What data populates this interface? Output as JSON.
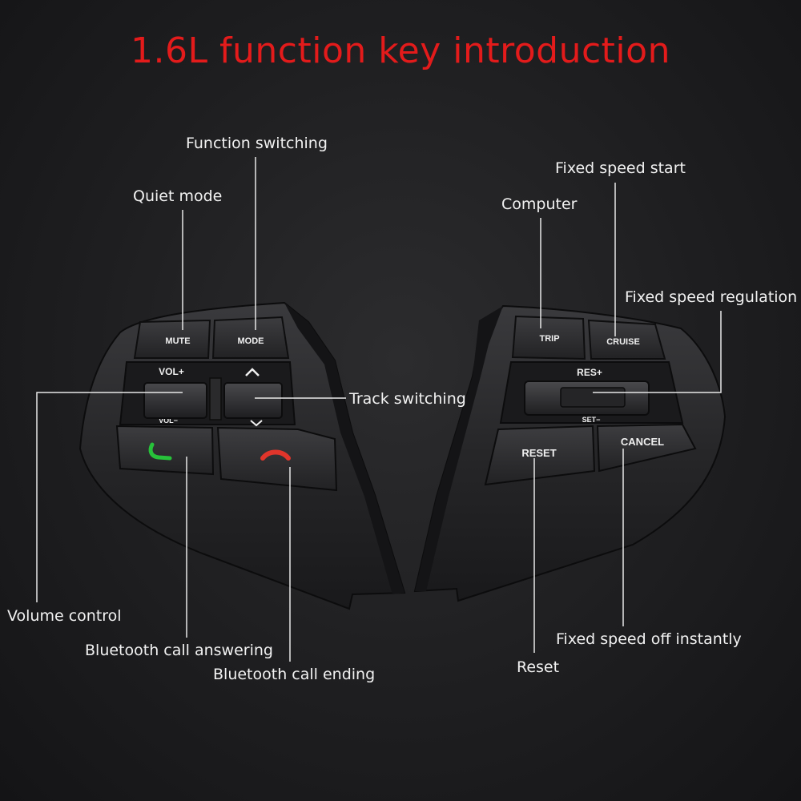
{
  "title": "1.6L function key introduction",
  "left_panel": {
    "keys": {
      "mute": "MUTE",
      "mode": "MODE",
      "vol_plus": "VOL+",
      "vol_minus": "VOL−",
      "track_up": "^",
      "track_down": "v"
    },
    "call_answer_color": "#27c23a",
    "call_end_color": "#e0352b"
  },
  "right_panel": {
    "keys": {
      "trip": "TRIP",
      "cruise": "CRUISE",
      "res_plus": "RES+",
      "set_minus": "SET−",
      "reset": "RESET",
      "cancel": "CANCEL"
    }
  },
  "labels": {
    "function_switching": "Function switching",
    "quiet_mode": "Quiet mode",
    "track_switching": "Track switching",
    "volume_control": "Volume control",
    "bt_answer": "Bluetooth call answering",
    "bt_end": "Bluetooth call ending",
    "fixed_speed_start": "Fixed speed start",
    "computer": "Computer",
    "fixed_speed_regulation": "Fixed speed regulation",
    "fixed_speed_off": "Fixed speed off instantly",
    "reset": "Reset"
  },
  "colors": {
    "title": "#e31b1b",
    "label_text": "#f2f2f2",
    "leader_line": "#e8e8e8",
    "button_face": "#2a2a2c"
  }
}
